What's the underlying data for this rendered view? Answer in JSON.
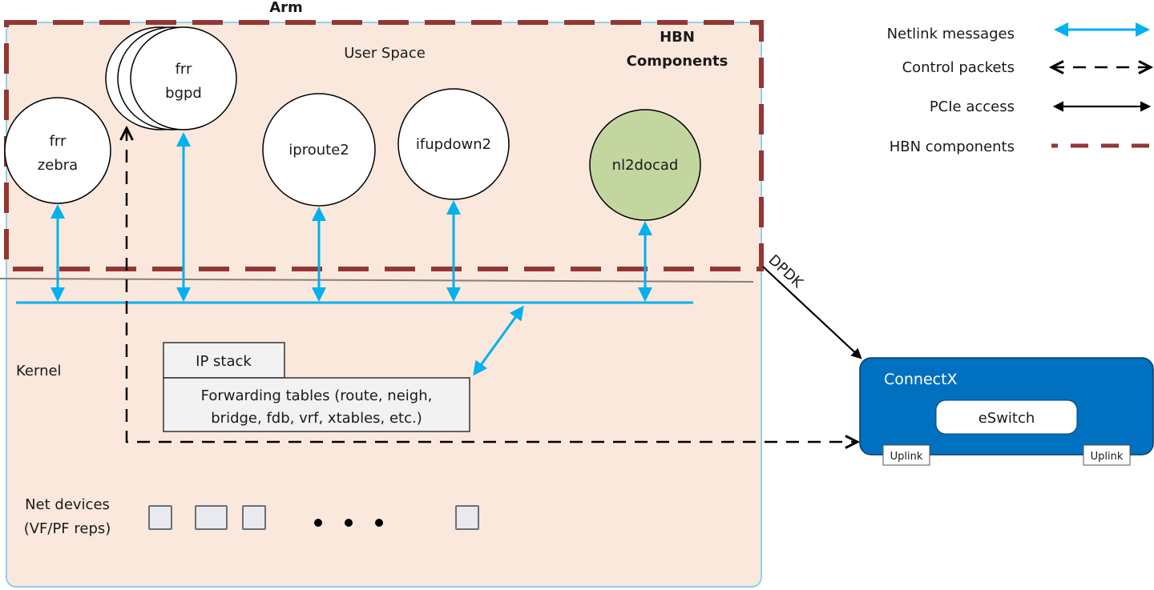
{
  "diagram": {
    "title": "Arm",
    "region_labels": {
      "user_space": "User Space",
      "kernel": "Kernel",
      "net_devices_line1": "Net devices",
      "net_devices_line2": "(VF/PF reps)",
      "hbn_line1": "HBN",
      "hbn_line2": "Components"
    },
    "processes": [
      {
        "id": "frr-zebra",
        "line1": "frr",
        "line2": "zebra",
        "fill": "#ffffff"
      },
      {
        "id": "frr-bgpd",
        "line1": "frr",
        "line2": "bgpd",
        "fill": "#ffffff",
        "stacked": true
      },
      {
        "id": "iproute2",
        "line1": "iproute2",
        "line2": "",
        "fill": "#ffffff"
      },
      {
        "id": "ifupdown2",
        "line1": "ifupdown2",
        "line2": "",
        "fill": "#ffffff"
      },
      {
        "id": "nl2docad",
        "line1": "nl2docad",
        "line2": "",
        "fill": "#c4d6a0"
      }
    ],
    "kernel_blocks": {
      "ip_stack": "IP stack",
      "forwarding_line1": "Forwarding tables (route, neigh,",
      "forwarding_line2": "bridge, fdb, vrf, xtables, etc.)"
    },
    "net_device_count_shown": 4,
    "ellipsis": "• • •",
    "dpdk_label": "DPDK",
    "connectx": {
      "title": "ConnectX",
      "eswitch": "eSwitch",
      "uplinks": [
        "Uplink",
        "Uplink"
      ],
      "fill": "#0070c0"
    },
    "colors": {
      "arm_fill": "#fbe8dc",
      "arm_border": "#8fd3ee",
      "hbn_dash": "#943634",
      "netlink": "#00b0f0",
      "black": "#000000",
      "box_fill": "#f2f2f2",
      "netdev_fill": "#e8eaf0"
    }
  },
  "legend": {
    "items": [
      {
        "label": "Netlink messages",
        "style": "netlink"
      },
      {
        "label": "Control packets",
        "style": "control"
      },
      {
        "label": "PCIe access",
        "style": "pcie"
      },
      {
        "label": "HBN components",
        "style": "hbn"
      }
    ]
  }
}
